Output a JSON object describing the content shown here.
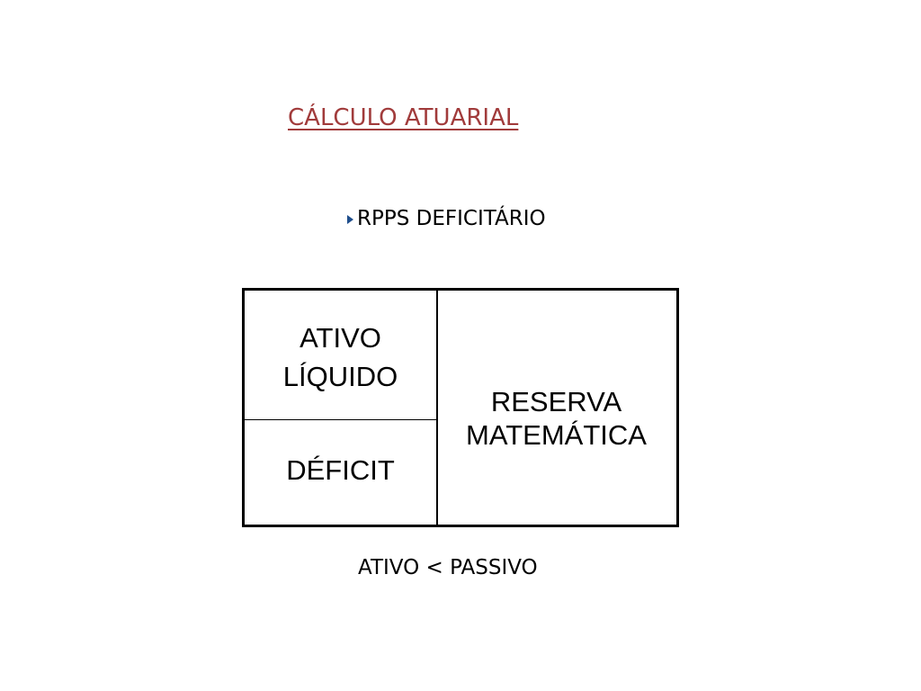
{
  "slide": {
    "title": "CÁLCULO ATUARIAL",
    "title_color": "#a13b3b",
    "bullet": {
      "icon": "triangle-right-icon",
      "icon_color": "#1f4e8c",
      "text": "RPPS DEFICITÁRIO"
    },
    "diagram": {
      "ativo_liquido": [
        "ATIVO",
        "LÍQUIDO"
      ],
      "deficit": "DÉFICIT",
      "reserva_matematica": [
        "RESERVA",
        "MATEMÁTICA"
      ]
    },
    "equation": "ATIVO < PASSIVO"
  }
}
